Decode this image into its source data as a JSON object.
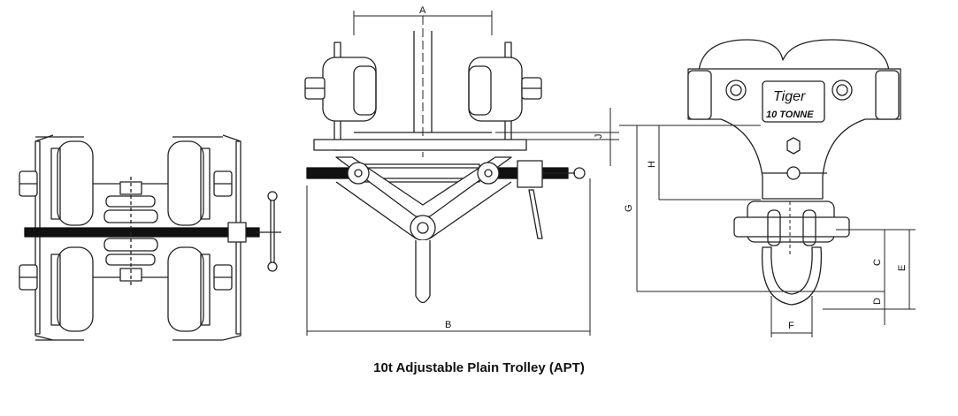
{
  "caption": "10t Adjustable Plain Trolley (APT)",
  "brand": {
    "name": "Tiger",
    "capacity": "10 TONNE"
  },
  "dimension_labels": {
    "A": "A",
    "B": "B",
    "C": "C",
    "D": "D",
    "E": "E",
    "F": "F",
    "G": "G",
    "H": "H",
    "J": "J"
  },
  "colors": {
    "line": "#222222",
    "fill": "#ffffff",
    "shade": "#d9d9d9",
    "thread": "#111111"
  }
}
